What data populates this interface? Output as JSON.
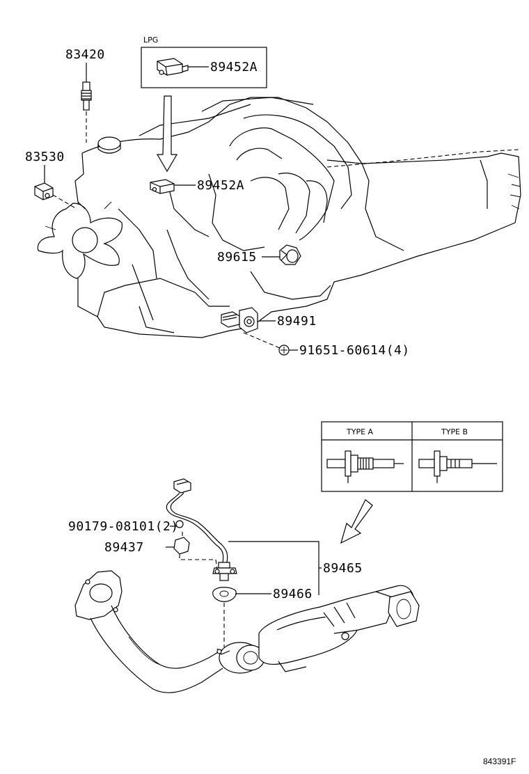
{
  "parts": {
    "p83420": "83420",
    "p83530": "83530",
    "p89452a_lpg": "89452A",
    "p89452a": "89452A",
    "p89615": "89615",
    "p89491": "89491",
    "p91651": "91651-60614(4)",
    "p90179": "90179-08101(2)",
    "p89437": "89437",
    "p89465": "89465",
    "p89466": "89466"
  },
  "labels": {
    "lpg": "LPG",
    "type_a": "TYPE A",
    "type_b": "TYPE B",
    "figure_code": "843391F"
  }
}
